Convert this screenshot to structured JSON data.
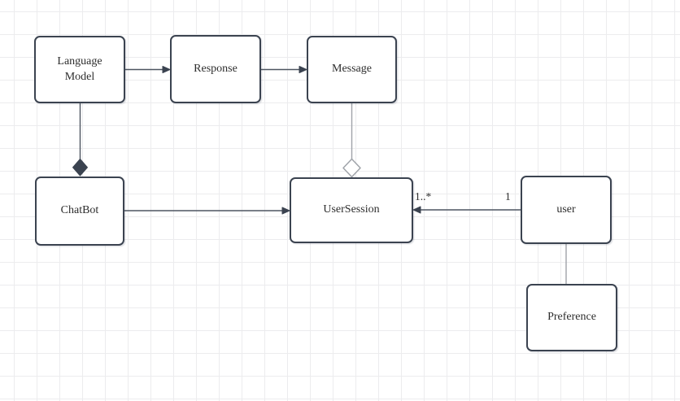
{
  "diagram": {
    "nodes": {
      "language_model": {
        "label": "Language\nModel"
      },
      "response": {
        "label": "Response"
      },
      "message": {
        "label": "Message"
      },
      "chatbot": {
        "label": "ChatBot"
      },
      "user_session": {
        "label": "UserSession"
      },
      "user": {
        "label": "user"
      },
      "preference": {
        "label": "Preference"
      }
    },
    "edge_labels": {
      "user_session_multiplicity": "1..*",
      "user_multiplicity": "1"
    },
    "colors": {
      "background": "#ffffff",
      "grid": "#ececee",
      "node_border": "#3b4350",
      "edge_dark": "#4d5560",
      "edge_light": "#9fa3a9",
      "text": "#2d2d2d"
    }
  }
}
